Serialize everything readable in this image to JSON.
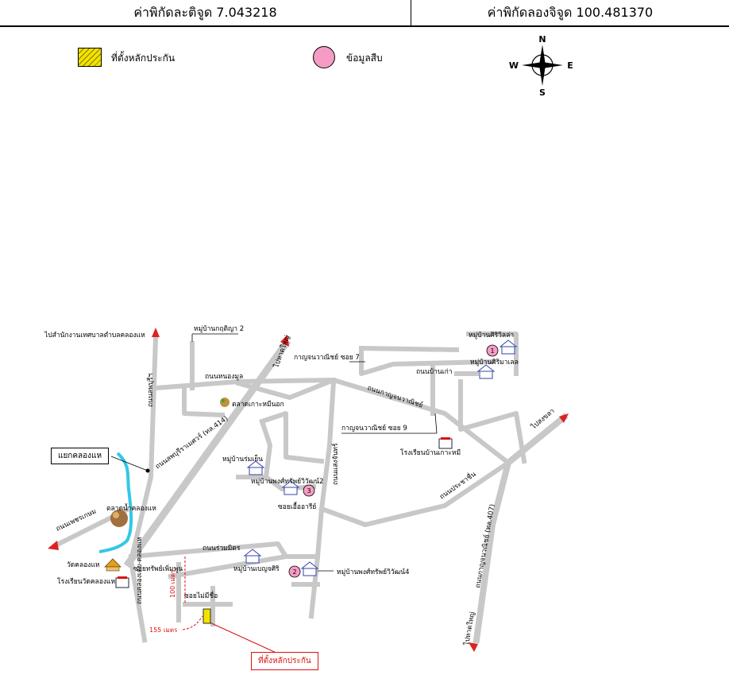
{
  "coordinates": {
    "latitude_text": "ค่าพิกัดละติจูด 7.043218",
    "longitude_text": "ค่าพิกัดลองจิจูด 100.481370"
  },
  "legend": {
    "collateral_site": "ที่ตั้งหลักประกัน",
    "survey_info": "ข้อมูลสืบ"
  },
  "compass": {
    "n": "N",
    "s": "S",
    "e": "E",
    "w": "W"
  },
  "map": {
    "colors": {
      "road": "#c8c8c8",
      "canal": "#33c7e6",
      "arrow": "#dd2222",
      "marker": "#f59cc4",
      "site": "#f2e200"
    },
    "labels": {
      "to_municipality": "ไปสำนักงานเทศบาลตำบลคลองแห",
      "village_kritiya2": "หมู่บ้านกฤติญา 2",
      "to_hatyai": "ไปหาดใหญ่",
      "nong_mul_road": "ถนนหนองมูล",
      "kanchanavanich_soi7": "กาญจนวาณิชย์ ซอย 7",
      "ban_kao_road": "ถนนบ้านเก่า",
      "kanchanavanich_road": "ถนนกาญจนวาณิชย์",
      "village_sirivilla": "หมู่บ้านศิริวิลล่า",
      "village_sirimall": "หมู่บ้านศิริมาเลล",
      "koh_hong_market": "ตลาดเกาะหมีนอก",
      "kanchanavanich_soi9": "กาญจนวาณิชย์ ซอย 9",
      "koh_mi_school": "โรงเรียนบ้านเกาะหมี",
      "khlong_hae_junction": "แยกคลองแห",
      "village_romyen": "หมู่บ้านร่มเย็น",
      "village_phongsap2": "หมู่บ้านพงศ์ทรัพย์วิวัฒน์2",
      "soi_uea_ari": "ซอยเอื้ออารีย์",
      "to_ban_phru": "ไปสงขลา",
      "khlong_hae_floating_market": "ตลาดน้ำคลองแห",
      "ruam_mit_road": "ถนนร่วมมิตร",
      "village_benjasiri": "หมู่บ้านเบญจศิริ",
      "wat_khlong_hae": "วัดคลองแห",
      "soi_sapsoem": "ซอยทรัพย์เพิ่มพูน",
      "wat_khlong_hae_school": "โรงเรียนวัดคลองแห",
      "soi_maimichue": "ซอยไม่มีชื่อ",
      "village_phongsap4": "หมู่บ้านพงศ์ทรัพย์วิวัฒน์4",
      "distance_155": "155 เมตร",
      "distance_100": "100 เมตร",
      "collateral_site_label": "ที่ตั้งหลักประกัน",
      "to_hatyai_south": "ไปหาดใหญ่",
      "to_songkhla_ne": "ไปสงขลา",
      "phetkasem_road": "ถนนกาญจนวณิชย์ (ทล.407)",
      "khlong_hae_road": "ถนนลพบุรีราเมศวร์ (ทล.414)",
      "ban_prachachuen_road": "ถนนประชาชื่น",
      "khlong_ng_road": "ถนนคลองเตย-คลองแห",
      "saeng_chan_road": "ถนนแสงจันทร์",
      "north_south_road": "ถนนลพบุรีฯ",
      "khao_road": "ถนนเพชรเกษม"
    },
    "markers": {
      "m1": "1",
      "m2": "2",
      "m3": "3"
    }
  }
}
